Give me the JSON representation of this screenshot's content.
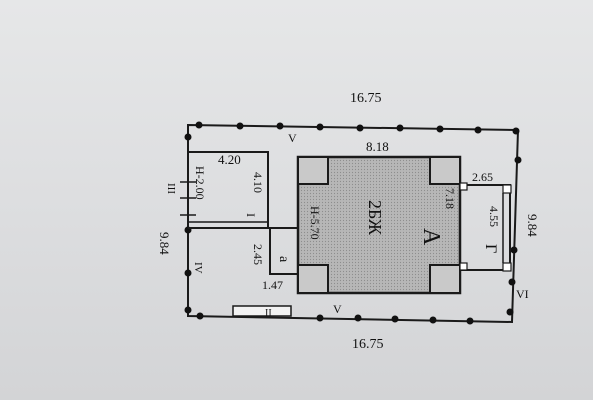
{
  "plan": {
    "labels": {
      "top_width": "16.75",
      "bottom_width": "16.75",
      "left_depth": "9.84",
      "right_depth": "9.84",
      "main_width": "8.18",
      "main_height": "7.18",
      "building_code": "2БЖ",
      "building_letter": "А",
      "main_height_mark": "Н-5.70",
      "annex_a_letter": "а",
      "annex_a_height": "2.45",
      "annex_a_width": "1.47",
      "left_room_width": "4.20",
      "left_room_depth": "4.10",
      "left_room_height": "Н-2.00",
      "right_annex_width": "2.65",
      "right_annex_depth": "4.55",
      "right_annex_letter": "Г",
      "fence_v_top": "V",
      "fence_v_bottom": "V",
      "fence_vi": "VI",
      "fence_i": "I",
      "fence_ii": "II",
      "fence_iii": "III",
      "fence_iv": "IV"
    }
  }
}
